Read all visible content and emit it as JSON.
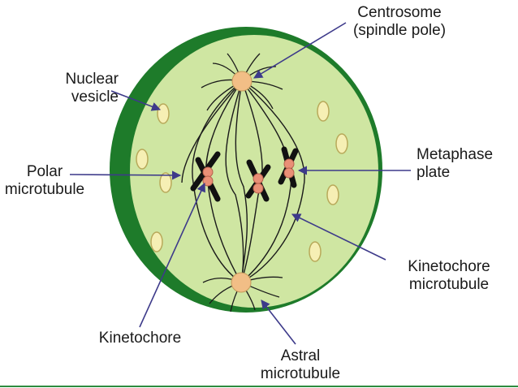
{
  "labels": {
    "centrosome": {
      "line1": "Centrosome",
      "line2": "(spindle pole)"
    },
    "nuclear_vesicle": {
      "line1": "Nuclear",
      "line2": "vesicle"
    },
    "polar_microtubule": {
      "line1": "Polar",
      "line2": "microtubule"
    },
    "metaphase_plate": {
      "line1": "Metaphase",
      "line2": "plate"
    },
    "kinetochore_microtubule": {
      "line1": "Kinetochore",
      "line2": "microtubule"
    },
    "kinetochore": {
      "line1": "Kinetochore"
    },
    "astral_microtubule": {
      "line1": "Astral",
      "line2": "microtubule"
    }
  },
  "colors": {
    "cell_wall": "#1e7b2a",
    "cytoplasm": "#cfe6a2",
    "vesicle_fill": "#f6efb4",
    "vesicle_stroke": "#b8a95a",
    "centrosome_fill": "#f2be86",
    "kinetochore_fill": "#e98f76",
    "chromosome": "#111111",
    "leader_line": "#3d3a8a",
    "microtubule": "#1a1a1a",
    "bottom_rule": "#2e8b3e"
  }
}
